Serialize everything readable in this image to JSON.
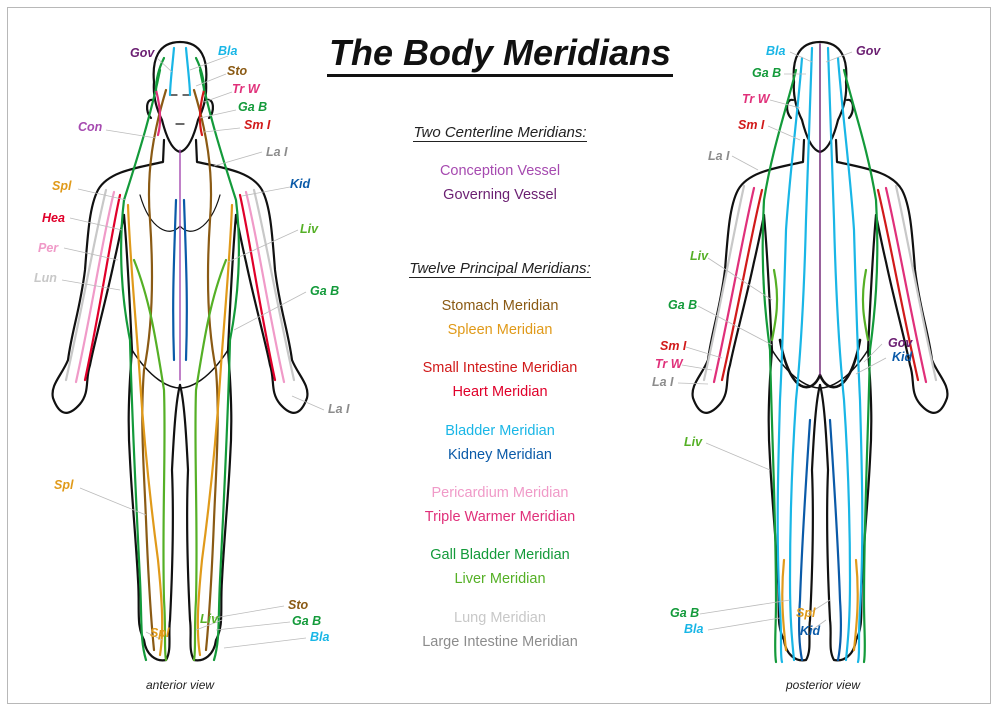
{
  "title": "The Body Meridians",
  "sections": {
    "centerline_heading": "Two Centerline Meridians:",
    "principal_heading": "Twelve Principal Meridians:"
  },
  "meridians": [
    {
      "id": "con",
      "name": "Conception Vessel",
      "color": "#a64ab0"
    },
    {
      "id": "gov",
      "name": "Governing Vessel",
      "color": "#6b1f72"
    },
    {
      "id": "sto",
      "name": "Stomach Meridian",
      "color": "#8a5a14"
    },
    {
      "id": "spl",
      "name": "Spleen Meridian",
      "color": "#e09a1a"
    },
    {
      "id": "smi",
      "name": "Small Intestine Meridian",
      "color": "#d11a1a"
    },
    {
      "id": "hea",
      "name": "Heart Meridian",
      "color": "#e0002a"
    },
    {
      "id": "bla",
      "name": "Bladder Meridian",
      "color": "#19b6e6"
    },
    {
      "id": "kid",
      "name": "Kidney Meridian",
      "color": "#0a5aa8"
    },
    {
      "id": "per",
      "name": "Pericardium Meridian",
      "color": "#f09ac8"
    },
    {
      "id": "trw",
      "name": "Triple Warmer Meridian",
      "color": "#e0307a"
    },
    {
      "id": "gab",
      "name": "Gall Bladder Meridian",
      "color": "#139a3a"
    },
    {
      "id": "liv",
      "name": "Liver Meridian",
      "color": "#55b026"
    },
    {
      "id": "lun",
      "name": "Lung Meridian",
      "color": "#c8c8c8"
    },
    {
      "id": "lai",
      "name": "Large Intestine Meridian",
      "color": "#8c8c8c"
    }
  ],
  "labels": {
    "anterior": [
      {
        "text": "Gov",
        "color": "#6b1f72"
      },
      {
        "text": "Bla",
        "color": "#19b6e6"
      },
      {
        "text": "Sto",
        "color": "#8a5a14"
      },
      {
        "text": "Tr W",
        "color": "#e0307a"
      },
      {
        "text": "Ga B",
        "color": "#139a3a"
      },
      {
        "text": "Sm I",
        "color": "#d11a1a"
      },
      {
        "text": "Con",
        "color": "#a64ab0"
      },
      {
        "text": "La I",
        "color": "#8c8c8c"
      },
      {
        "text": "Spl",
        "color": "#e09a1a"
      },
      {
        "text": "Kid",
        "color": "#0a5aa8"
      },
      {
        "text": "Hea",
        "color": "#e0002a"
      },
      {
        "text": "Liv",
        "color": "#55b026"
      },
      {
        "text": "Per",
        "color": "#f09ac8"
      },
      {
        "text": "Lun",
        "color": "#c8c8c8"
      },
      {
        "text": "Ga B",
        "color": "#139a3a"
      },
      {
        "text": "La I",
        "color": "#8c8c8c"
      },
      {
        "text": "Spl",
        "color": "#e09a1a"
      },
      {
        "text": "Sto",
        "color": "#8a5a14"
      },
      {
        "text": "Liv",
        "color": "#55b026"
      },
      {
        "text": "Ga B",
        "color": "#139a3a"
      },
      {
        "text": "Spl",
        "color": "#e09a1a"
      },
      {
        "text": "Bla",
        "color": "#19b6e6"
      }
    ],
    "posterior": [
      {
        "text": "Bla",
        "color": "#19b6e6"
      },
      {
        "text": "Gov",
        "color": "#6b1f72"
      },
      {
        "text": "Ga B",
        "color": "#139a3a"
      },
      {
        "text": "Tr W",
        "color": "#e0307a"
      },
      {
        "text": "Sm I",
        "color": "#d11a1a"
      },
      {
        "text": "La I",
        "color": "#8c8c8c"
      },
      {
        "text": "Liv",
        "color": "#55b026"
      },
      {
        "text": "Ga B",
        "color": "#139a3a"
      },
      {
        "text": "Sm I",
        "color": "#d11a1a"
      },
      {
        "text": "Gov",
        "color": "#6b1f72"
      },
      {
        "text": "Tr W",
        "color": "#e0307a"
      },
      {
        "text": "Kid",
        "color": "#0a5aa8"
      },
      {
        "text": "La I",
        "color": "#8c8c8c"
      },
      {
        "text": "Liv",
        "color": "#55b026"
      },
      {
        "text": "Ga B",
        "color": "#139a3a"
      },
      {
        "text": "Spl",
        "color": "#e09a1a"
      },
      {
        "text": "Bla",
        "color": "#19b6e6"
      },
      {
        "text": "Kid",
        "color": "#0a5aa8"
      }
    ]
  },
  "views": {
    "anterior": "anterior view",
    "posterior": "posterior view"
  }
}
